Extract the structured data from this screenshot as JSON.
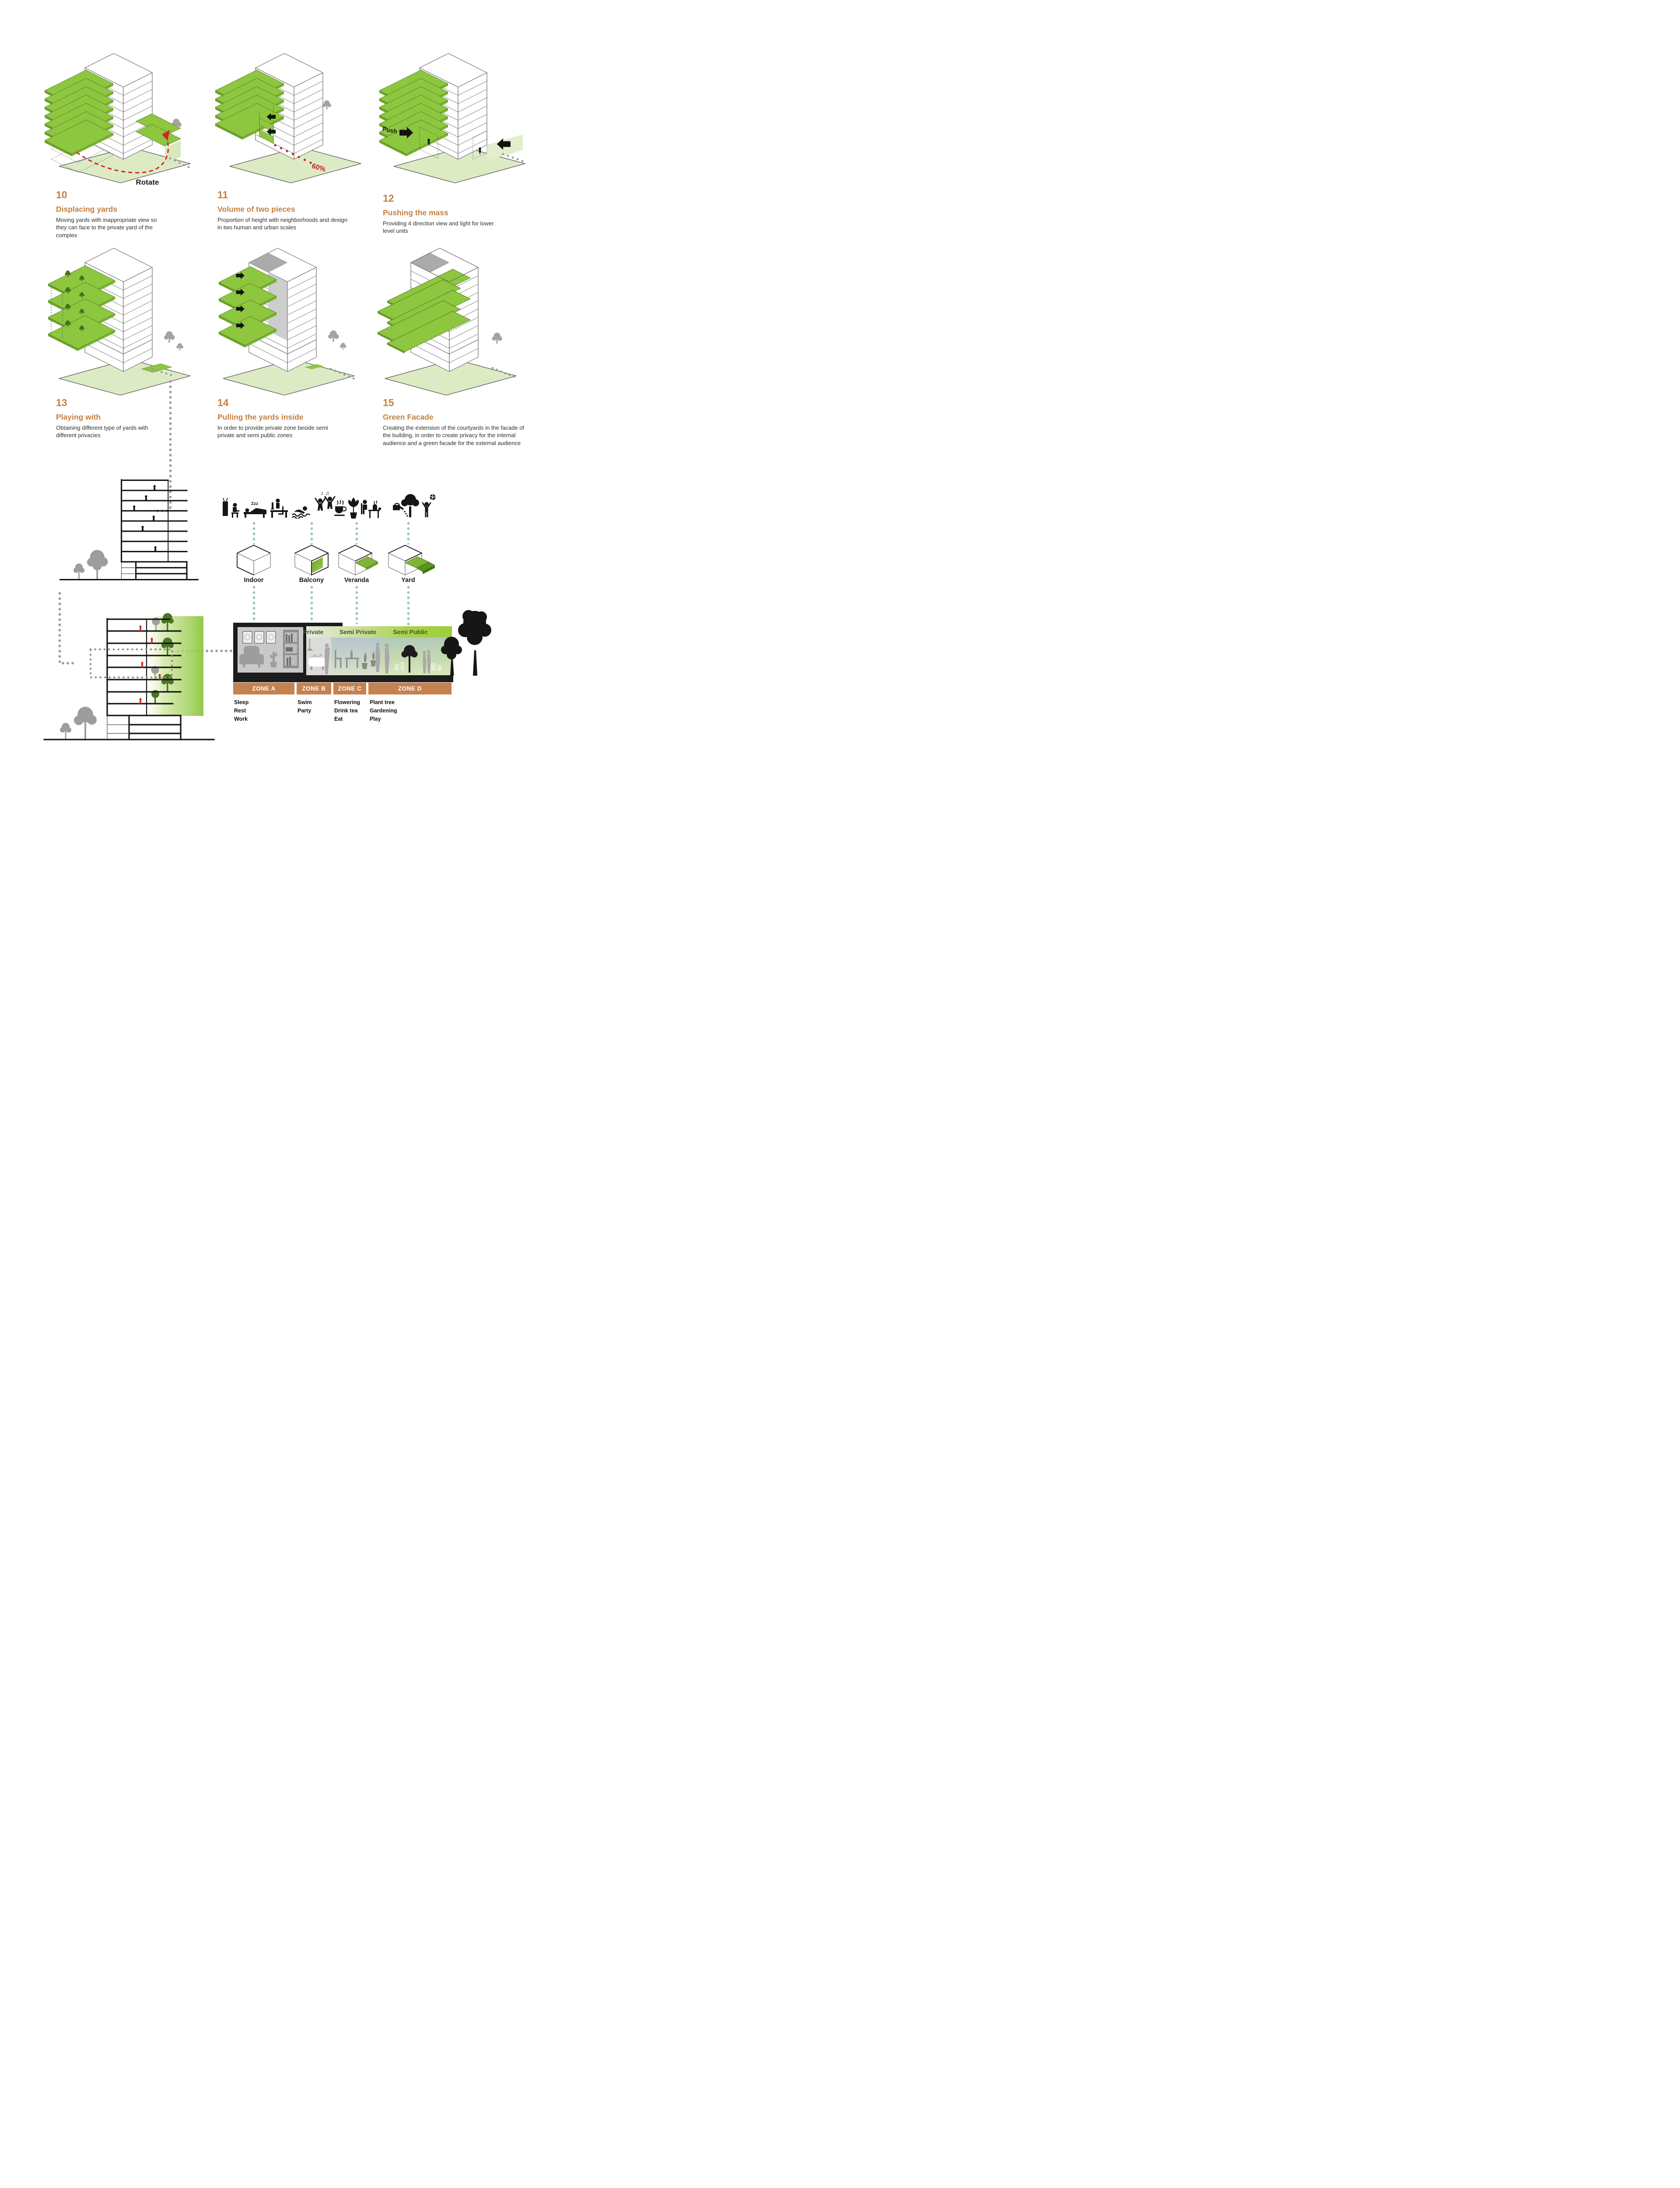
{
  "steps": [
    {
      "number": "10",
      "title": "Displacing yards",
      "description": "Moving yards with inappropriate view so they can face to the private yard of the complex",
      "annotation": "Rotate"
    },
    {
      "number": "11",
      "title": "Volume of two pieces",
      "description": "Proportion of height with neighborhoods and design in two human and urban scales",
      "annotation": "60%"
    },
    {
      "number": "12",
      "title": "Pushing the mass",
      "description": "Providing 4 direction view and light for lower level units",
      "annotation": "Push"
    },
    {
      "number": "13",
      "title": "Playing with",
      "description": "Obtaining different type of yards with different privacies"
    },
    {
      "number": "14",
      "title": "Pulling the yards inside",
      "description": "In order to provide private zone beside semi private and semi public zones"
    },
    {
      "number": "15",
      "title": "Green Facade",
      "description": "Creating the extension of the courtyards in the facade of the building, in order to create privacy for the internal audience and a green facade for the external audience"
    }
  ],
  "icons": {
    "sleep_zzz": "Zzz",
    "music_notes": "♪ ♫"
  },
  "space_types": [
    "Indoor",
    "Balcony",
    "Veranda",
    "Yard"
  ],
  "section_labels": [
    "Private",
    "Semi Private",
    "Semi Public"
  ],
  "zones": [
    {
      "name": "ZONE A",
      "activities": [
        "Sleep",
        "Rest",
        "Work"
      ]
    },
    {
      "name": "ZONE B",
      "activities": [
        "Swim",
        "Party"
      ]
    },
    {
      "name": "ZONE C",
      "activities": [
        "Flowering",
        "Drink tea",
        "Eat"
      ]
    },
    {
      "name": "ZONE D",
      "activities": [
        "Plant tree",
        "Gardening",
        "Play"
      ]
    }
  ],
  "colors": {
    "accent_orange": "#C5803F",
    "zone_bar": "#C5824E",
    "yard_green": "#8DC63F",
    "ground_green": "#DDEBC5",
    "teal_dots": "#9CC4B8",
    "red": "#CE2525"
  }
}
